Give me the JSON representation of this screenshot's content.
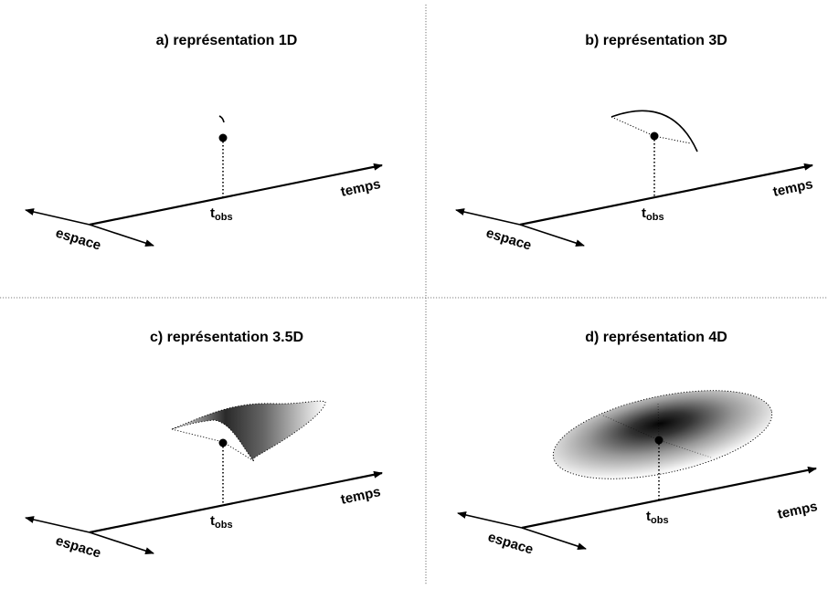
{
  "panels": {
    "a": {
      "title": "a) représentation 1D",
      "time_axis": "temps",
      "space_axis": "espace",
      "obs_label": "t",
      "obs_sub": "obs"
    },
    "b": {
      "title": "b) représentation 3D",
      "time_axis": "temps",
      "space_axis": "espace",
      "obs_label": "t",
      "obs_sub": "obs"
    },
    "c": {
      "title": "c) représentation 3.5D",
      "time_axis": "temps",
      "space_axis": "espace",
      "obs_label": "t",
      "obs_sub": "obs"
    },
    "d": {
      "title": "d) représentation 4D",
      "time_axis": "temps",
      "space_axis": "espace",
      "obs_label": "t",
      "obs_sub": "obs"
    }
  },
  "colors": {
    "ink": "#000000",
    "divider": "#555555",
    "gradient_dark": "#111111",
    "gradient_light": "#ffffff"
  }
}
